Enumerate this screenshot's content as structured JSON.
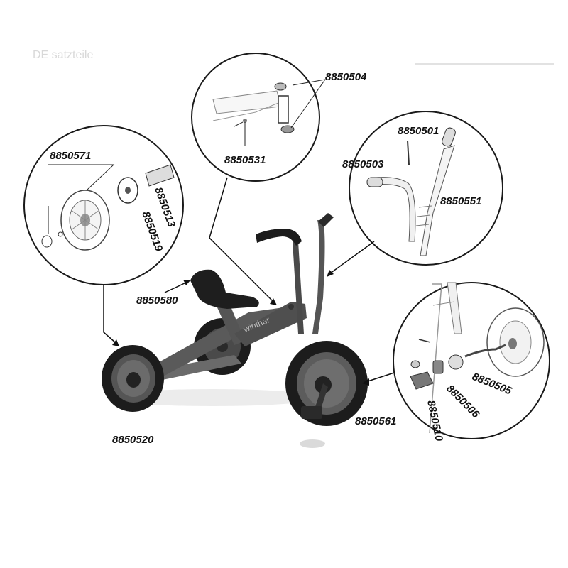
{
  "header": {
    "faint_text": "DE    satzteile"
  },
  "brand": "winther",
  "parts": [
    {
      "number": "8850504"
    },
    {
      "number": "8850531"
    },
    {
      "number": "8850571"
    },
    {
      "number": "8850513"
    },
    {
      "number": "8850519"
    },
    {
      "number": "8850501"
    },
    {
      "number": "8850503"
    },
    {
      "number": "8850551"
    },
    {
      "number": "8850580"
    },
    {
      "number": "8850505"
    },
    {
      "number": "8850506"
    },
    {
      "number": "8850510"
    },
    {
      "number": "8850561"
    },
    {
      "number": "8850520"
    }
  ],
  "colors": {
    "frame": "#5a5a5a",
    "tire": "#1c1c1c",
    "line": "#111111",
    "circle": "#1a1a1a"
  }
}
